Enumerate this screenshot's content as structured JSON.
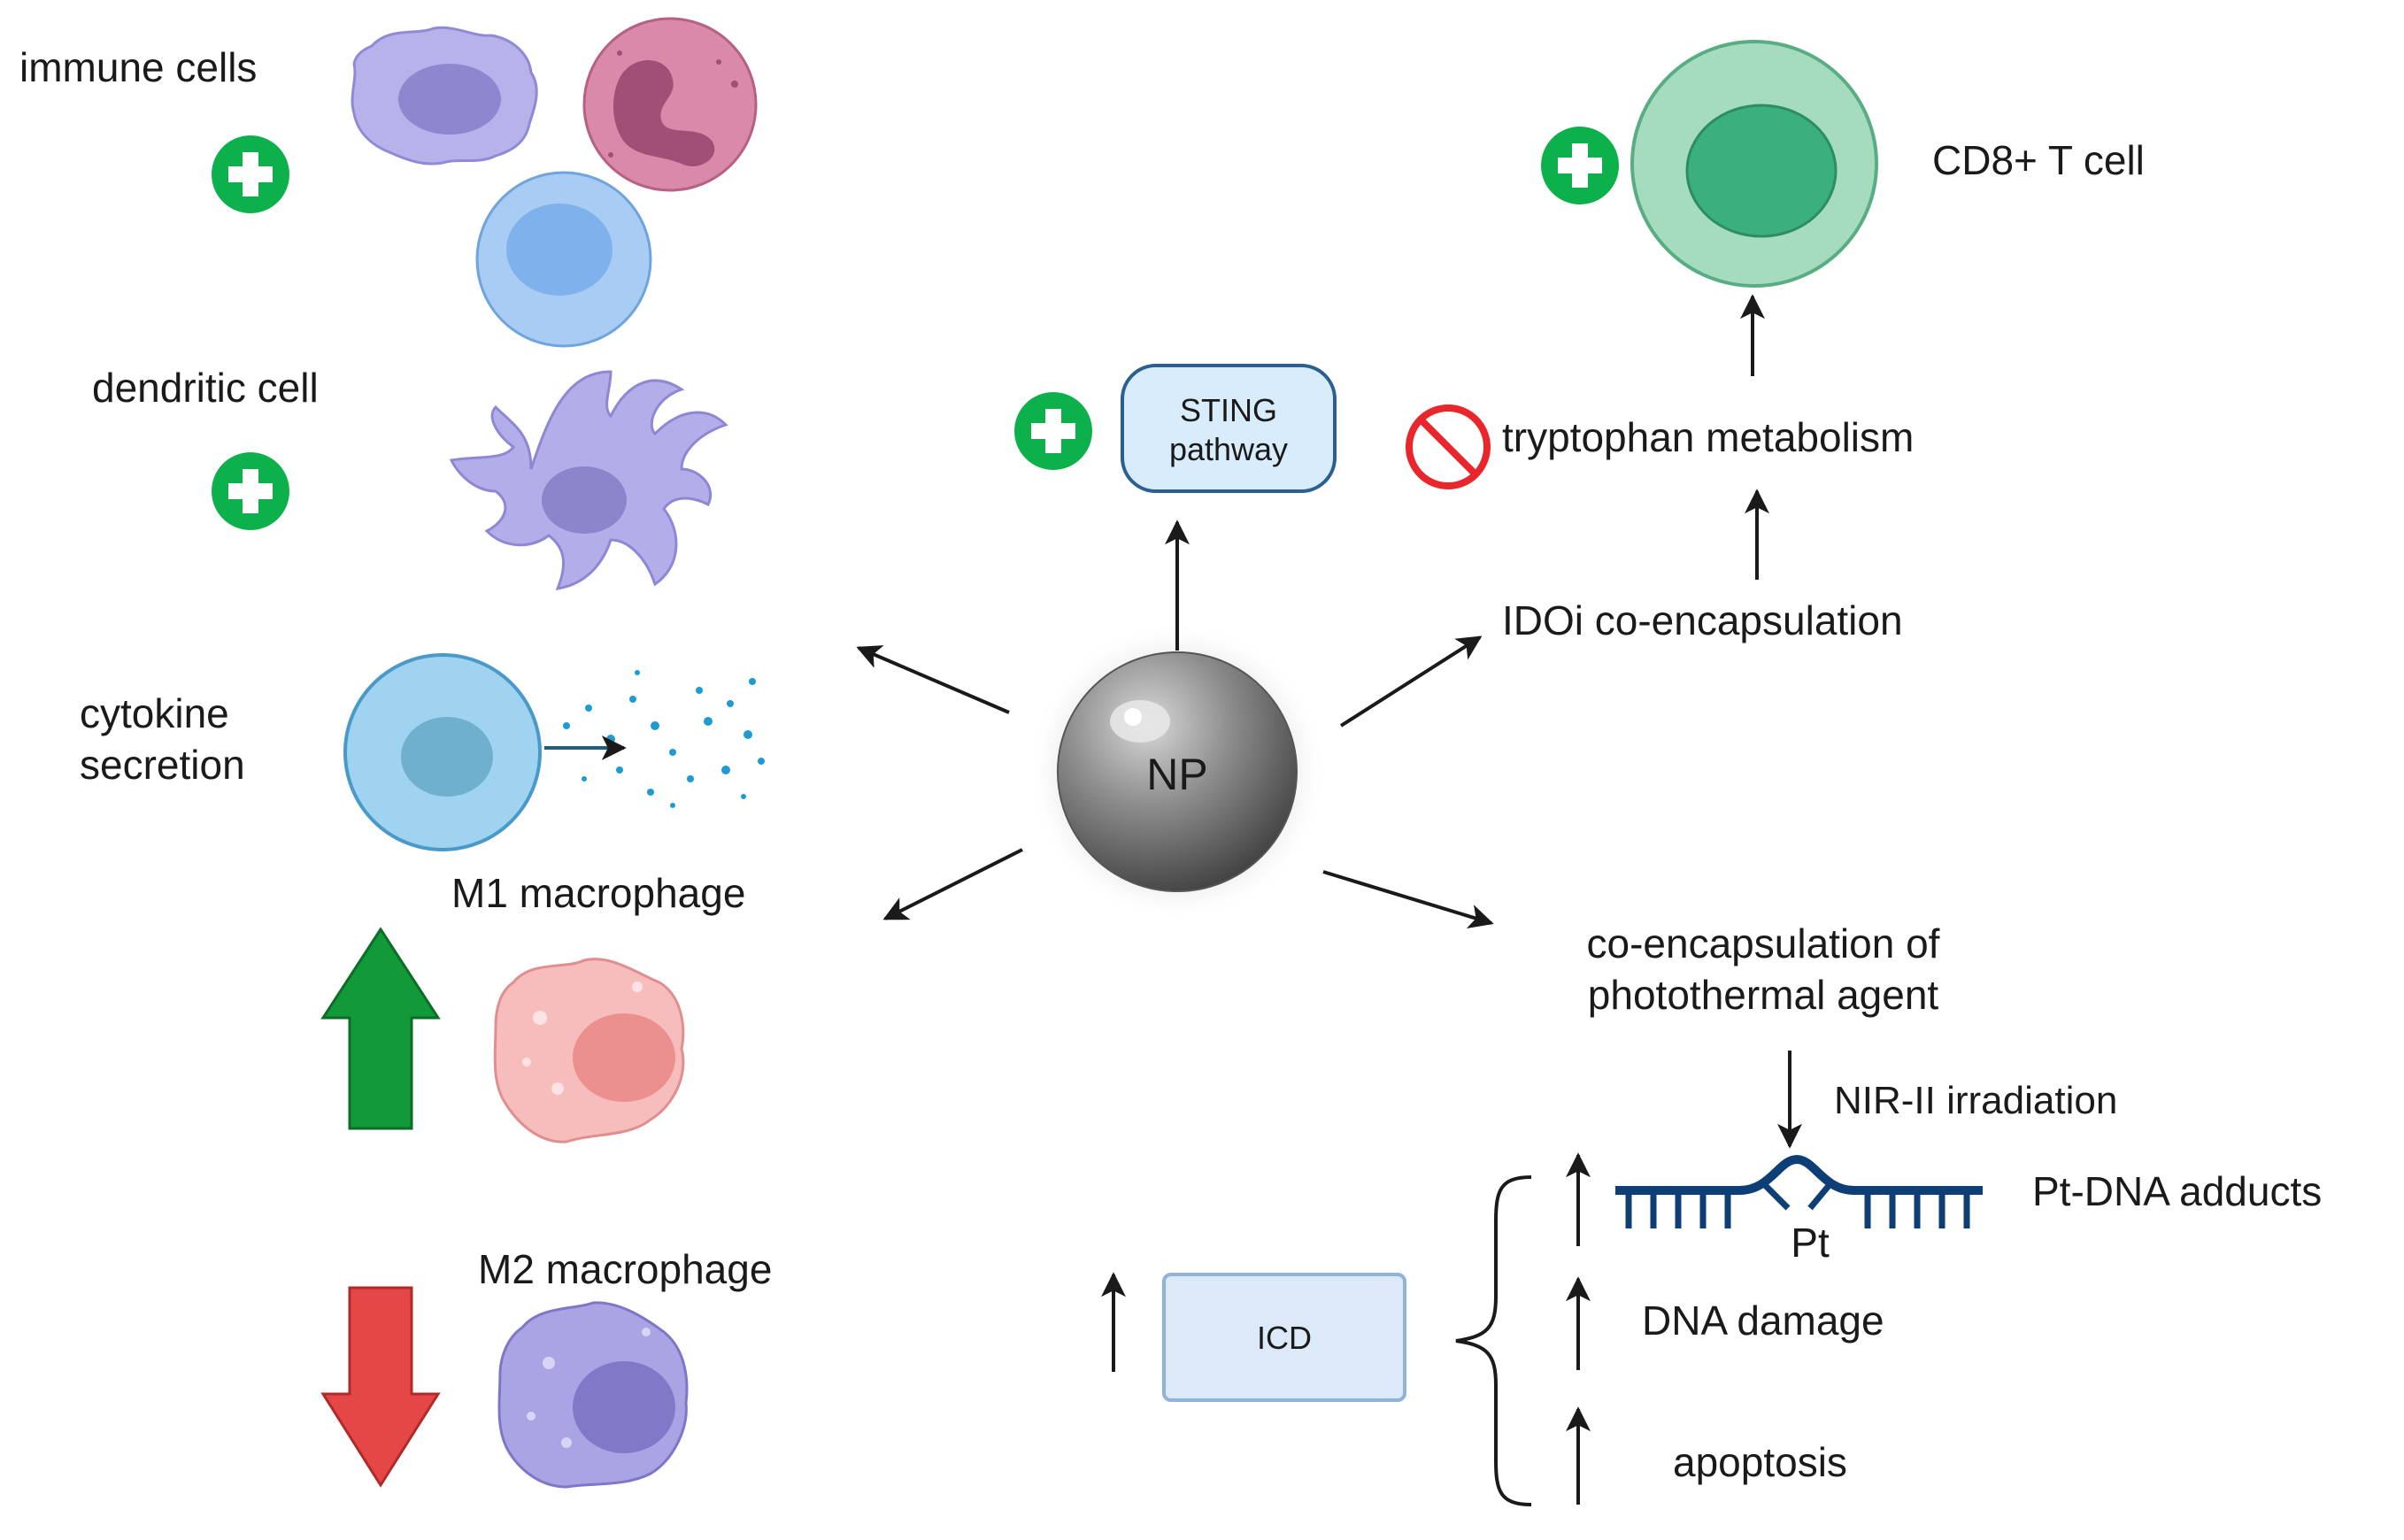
{
  "labels": {
    "immune_cells": "immune cells",
    "dendritic_cell": "dendritic cell",
    "cytokine_line1": "cytokine",
    "cytokine_line2": "secretion",
    "m1": "M1 macrophage",
    "m2": "M2 macrophage",
    "np": "NP",
    "sting_line1": "STING",
    "sting_line2": "pathway",
    "cd8": "CD8+ T cell",
    "tryptophan": "tryptophan metabolism",
    "idoi": "IDOi co-encapsulation",
    "photothermal_line1": "co-encapsulation of",
    "photothermal_line2": "photothermal agent",
    "nir": "NIR-II irradiation",
    "pt": "Pt",
    "pt_dna": "Pt-DNA adducts",
    "dna_damage": "DNA damage",
    "apoptosis": "apoptosis",
    "icd": "ICD"
  },
  "icons": {
    "plus": "plus-circle-icon",
    "prohibit": "prohibition-icon",
    "up": "up-arrow-icon",
    "down": "down-arrow-icon"
  },
  "colors": {
    "plus_green": "#0db14b",
    "prohibit_red": "#e8262b",
    "up_arrow_green": "#129a3a",
    "down_arrow_red": "#e54646",
    "np_gray": "#8a8a8a",
    "sting_fill": "#d9ecfb",
    "sting_stroke": "#2a5f8f",
    "icd_fill": "#dbe9f8",
    "cd8_outer": "#9fd8b8",
    "cd8_inner": "#3aae7d",
    "dna_blue": "#0d3e75"
  }
}
